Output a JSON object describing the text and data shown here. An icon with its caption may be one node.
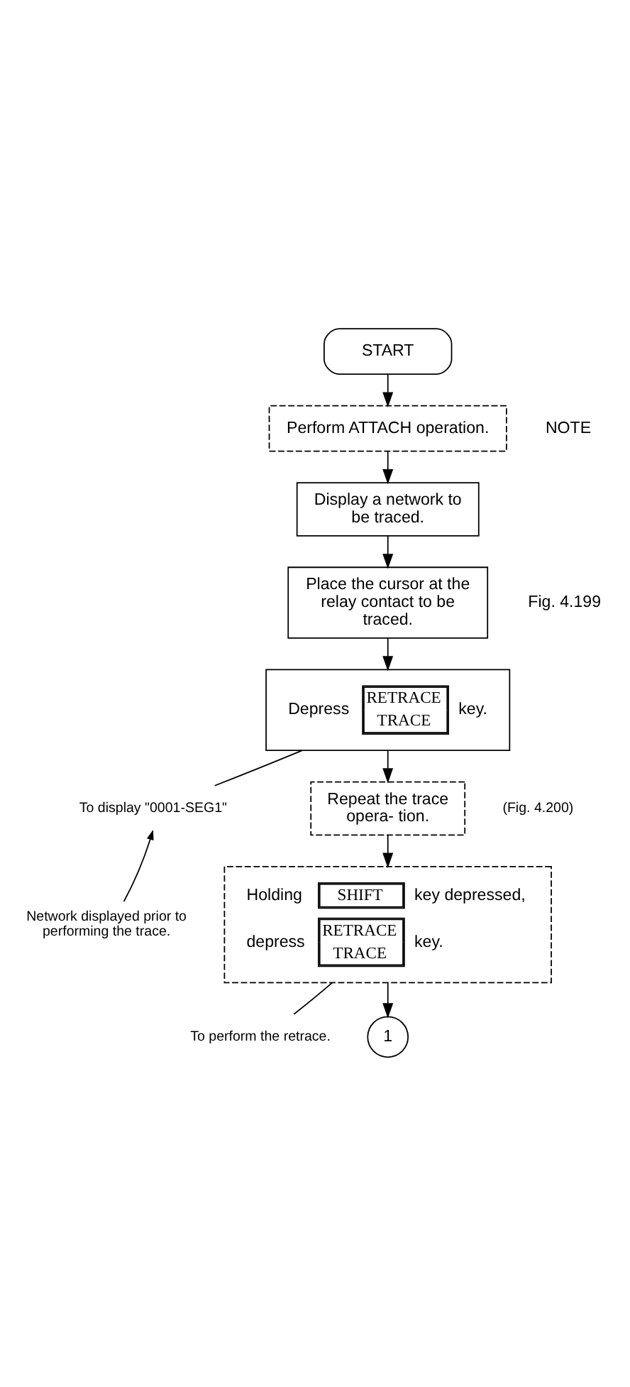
{
  "diagram": {
    "nodes": [
      {
        "text": [
          "START"
        ]
      },
      {
        "text": [
          "Perform ATTACH operation."
        ],
        "beside": [
          "NOTE"
        ]
      },
      {
        "text": [
          "Display a network to be traced."
        ]
      },
      {
        "text": [
          "Place the cursor at the relay contact to be traced."
        ],
        "beside": [
          "Fig. 4.199"
        ]
      },
      {
        "text": [
          "Depress",
          "RETRACE",
          "TRACE",
          "key."
        ]
      },
      {
        "text": [
          "To display \"0001-SEG1\""
        ]
      },
      {
        "text": [
          "Network displayed prior to performing the trace."
        ]
      },
      {
        "text": [
          "Repeat the trace opera- tion."
        ]
      },
      {
        "text": [
          "Holding",
          "SHIFT",
          "key depressed,",
          "depress",
          "RETRACE",
          "TRACE",
          "key."
        ]
      },
      {
        "text": [
          "To perform the retrace."
        ]
      },
      {
        "text": [
          "1"
        ]
      }
    ],
    "edges": [
      {
        "from": 0,
        "to": 1,
        "arrow": "to"
      },
      {
        "from": 1,
        "to": 2,
        "arrow": "to"
      },
      {
        "from": 2,
        "to": 3,
        "arrow": "to"
      },
      {
        "from": 3,
        "to": 4,
        "arrow": "to"
      },
      {
        "from": 4,
        "to": 7,
        "arrow": "to"
      },
      {
        "from": 7,
        "to": 8,
        "arrow": "to"
      },
      {
        "from": 8,
        "to": 10,
        "arrow": "to"
      },
      {
        "from": 5,
        "to": 4,
        "arrow": "none"
      },
      {
        "from": 6,
        "to": 5,
        "arrow": "to"
      },
      {
        "from": 9,
        "to": 8,
        "arrow": "none"
      }
    ],
    "labels": [
      "(Fig. 4.200)"
    ]
  }
}
